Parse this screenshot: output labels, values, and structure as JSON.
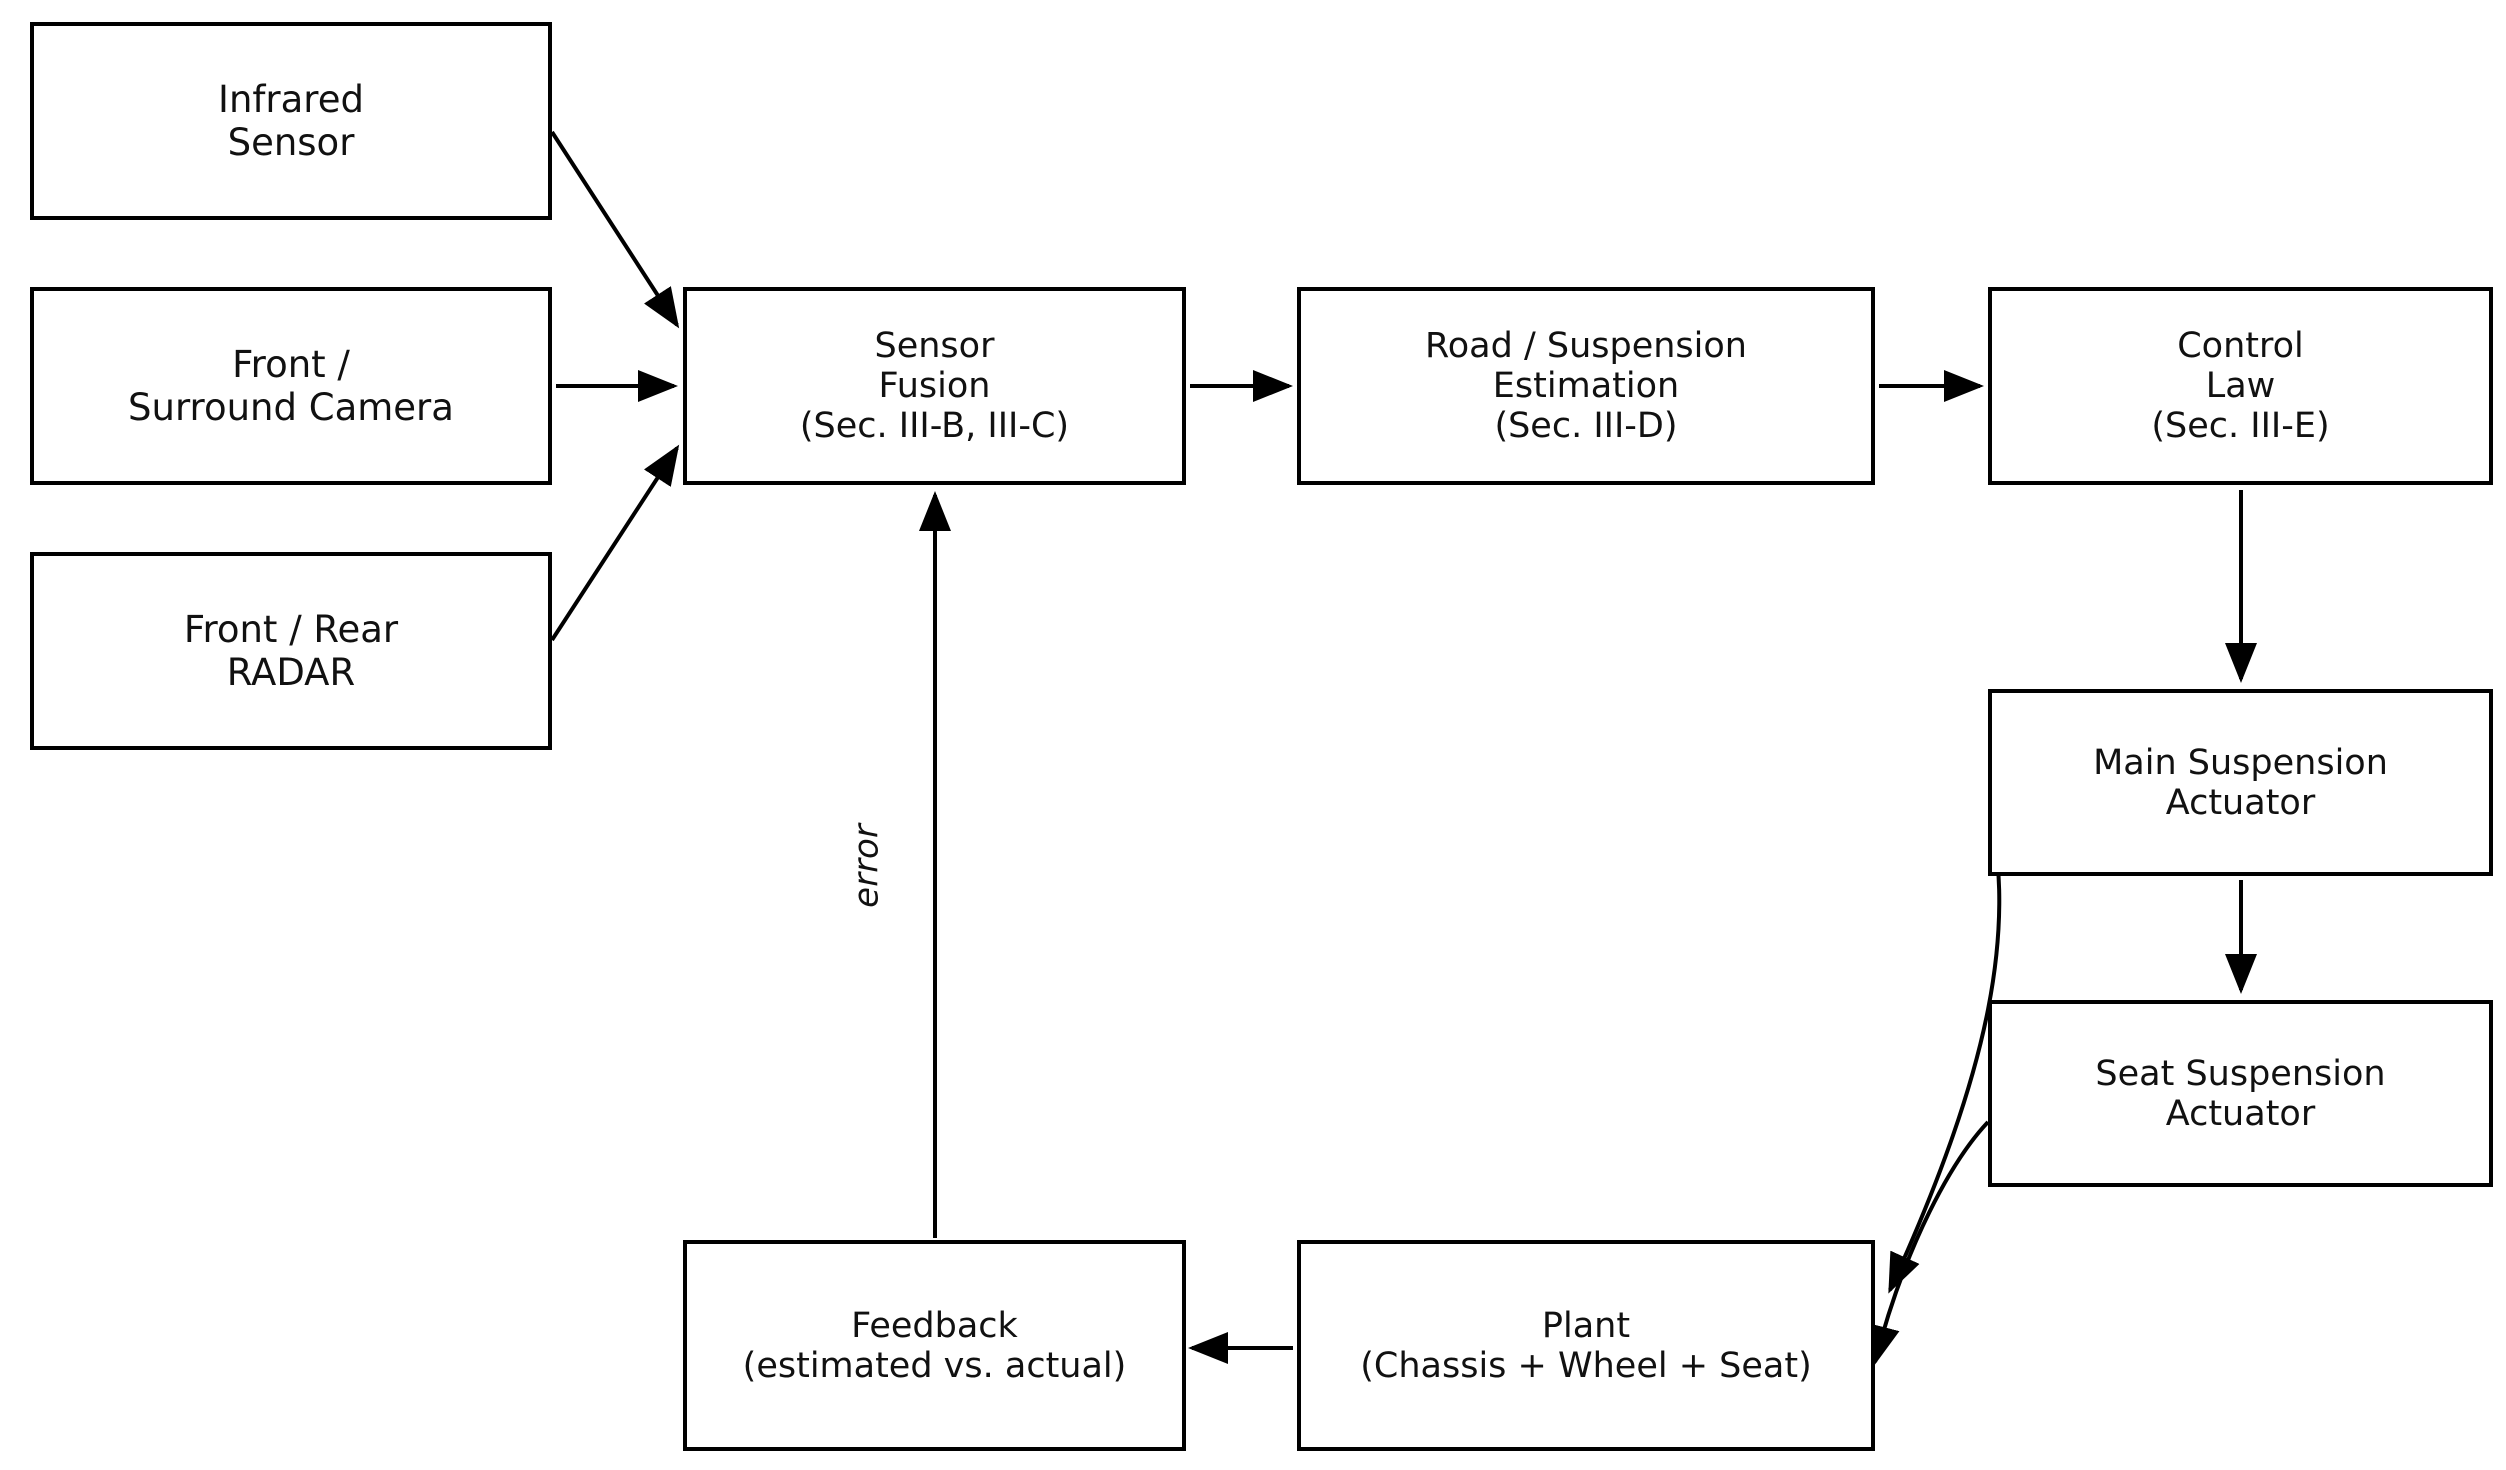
{
  "nodes": [
    {
      "id": "infrared-sensor",
      "lines": [
        "Infrared",
        "Sensor"
      ]
    },
    {
      "id": "front-surround-camera",
      "lines": [
        "Front /",
        "Surround Camera"
      ]
    },
    {
      "id": "front-rear-radar",
      "lines": [
        "Front / Rear",
        "RADAR"
      ]
    },
    {
      "id": "sensor-fusion",
      "lines": [
        "Sensor",
        "Fusion",
        "(Sec. III-B, III-C)"
      ]
    },
    {
      "id": "road-suspension-estimation",
      "lines": [
        "Road / Suspension",
        "Estimation",
        "(Sec. III-D)"
      ]
    },
    {
      "id": "control-law",
      "lines": [
        "Control",
        "Law",
        "(Sec. III-E)"
      ]
    },
    {
      "id": "main-suspension-actuator",
      "lines": [
        "Main Suspension",
        "Actuator"
      ]
    },
    {
      "id": "seat-suspension-actuator",
      "lines": [
        "Seat Suspension",
        "Actuator"
      ]
    },
    {
      "id": "plant",
      "lines": [
        "Plant",
        "(Chassis + Wheel + Seat)"
      ]
    },
    {
      "id": "feedback",
      "lines": [
        "Feedback",
        "(estimated vs. actual)"
      ]
    }
  ],
  "edges": [
    {
      "from": "infrared-sensor",
      "to": "sensor-fusion"
    },
    {
      "from": "front-surround-camera",
      "to": "sensor-fusion"
    },
    {
      "from": "front-rear-radar",
      "to": "sensor-fusion"
    },
    {
      "from": "sensor-fusion",
      "to": "road-suspension-estimation"
    },
    {
      "from": "road-suspension-estimation",
      "to": "control-law"
    },
    {
      "from": "control-law",
      "to": "main-suspension-actuator"
    },
    {
      "from": "main-suspension-actuator",
      "to": "seat-suspension-actuator"
    },
    {
      "from": "main-suspension-actuator",
      "to": "plant"
    },
    {
      "from": "seat-suspension-actuator",
      "to": "plant"
    },
    {
      "from": "plant",
      "to": "feedback"
    },
    {
      "from": "feedback",
      "to": "sensor-fusion",
      "label": "error"
    }
  ]
}
